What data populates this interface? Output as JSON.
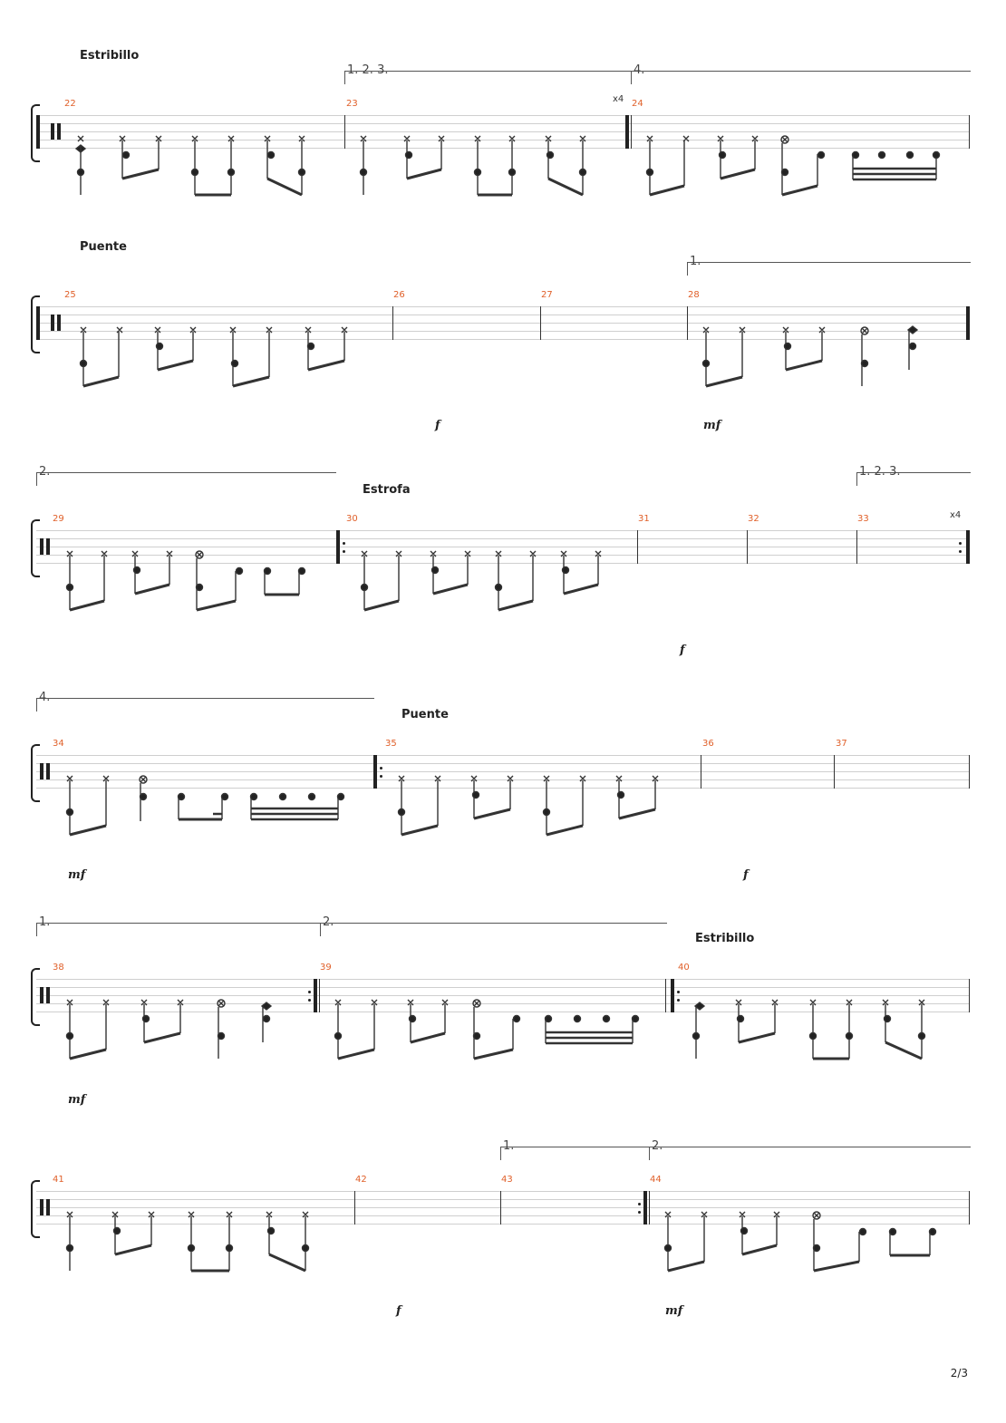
{
  "page": {
    "number": "2/3"
  },
  "systems": [
    {
      "section": "Estribillo",
      "voltas": [
        {
          "label": "1. 2. 3."
        },
        {
          "label": "4."
        }
      ],
      "measures": [
        "22",
        "23",
        "24"
      ],
      "repeat": "x4",
      "dynamics": []
    },
    {
      "section": "Puente",
      "voltas": [
        {
          "label": "1."
        }
      ],
      "measures": [
        "25",
        "26",
        "27",
        "28"
      ],
      "repeat": "",
      "dynamics": [
        "f",
        "mf"
      ]
    },
    {
      "section": "Estrofa",
      "voltas": [
        {
          "label": "2."
        },
        {
          "label": "1. 2. 3."
        }
      ],
      "measures": [
        "29",
        "30",
        "31",
        "32",
        "33"
      ],
      "repeat": "x4",
      "dynamics": [
        "f"
      ]
    },
    {
      "section": "Puente",
      "voltas": [
        {
          "label": "4."
        }
      ],
      "measures": [
        "34",
        "35",
        "36",
        "37"
      ],
      "repeat": "",
      "dynamics": [
        "mf",
        "f"
      ]
    },
    {
      "section": "Estribillo",
      "voltas": [
        {
          "label": "1."
        },
        {
          "label": "2."
        }
      ],
      "measures": [
        "38",
        "39",
        "40"
      ],
      "repeat": "",
      "dynamics": [
        "mf"
      ]
    },
    {
      "section": "",
      "voltas": [
        {
          "label": "1."
        },
        {
          "label": "2."
        }
      ],
      "measures": [
        "41",
        "42",
        "43",
        "44"
      ],
      "repeat": "",
      "dynamics": [
        "f",
        "mf"
      ]
    }
  ]
}
